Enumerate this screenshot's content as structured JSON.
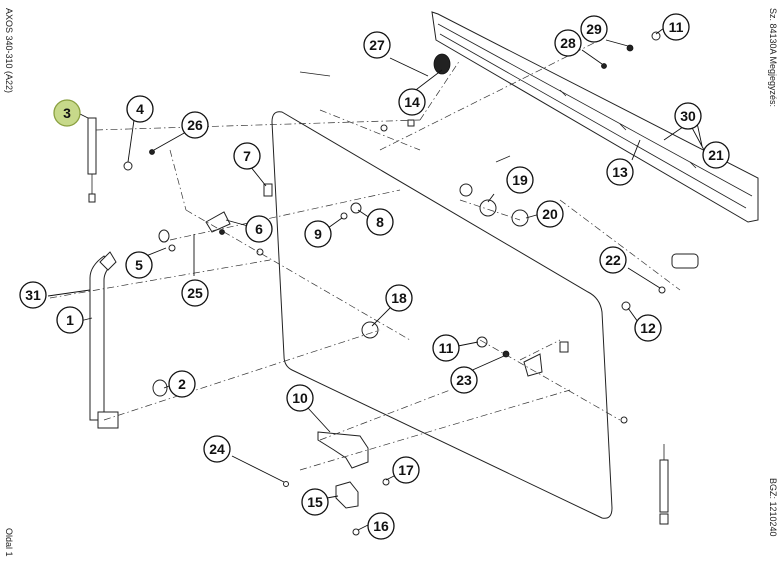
{
  "margin_texts": {
    "top_left": "AXOS 340-310 (A22)",
    "bottom_left": "Oldal 1",
    "top_right": "Sz. 84130A  Megjegyzés:",
    "bottom_right": "BGZ: 1210240"
  },
  "callouts": [
    "1",
    "2",
    "3",
    "4",
    "5",
    "6",
    "7",
    "8",
    "9",
    "10",
    "11",
    "11",
    "12",
    "13",
    "14",
    "15",
    "16",
    "17",
    "18",
    "19",
    "20",
    "21",
    "22",
    "23",
    "24",
    "25",
    "26",
    "27",
    "28",
    "29",
    "30",
    "31"
  ],
  "highlight_color": "#c7d98a"
}
